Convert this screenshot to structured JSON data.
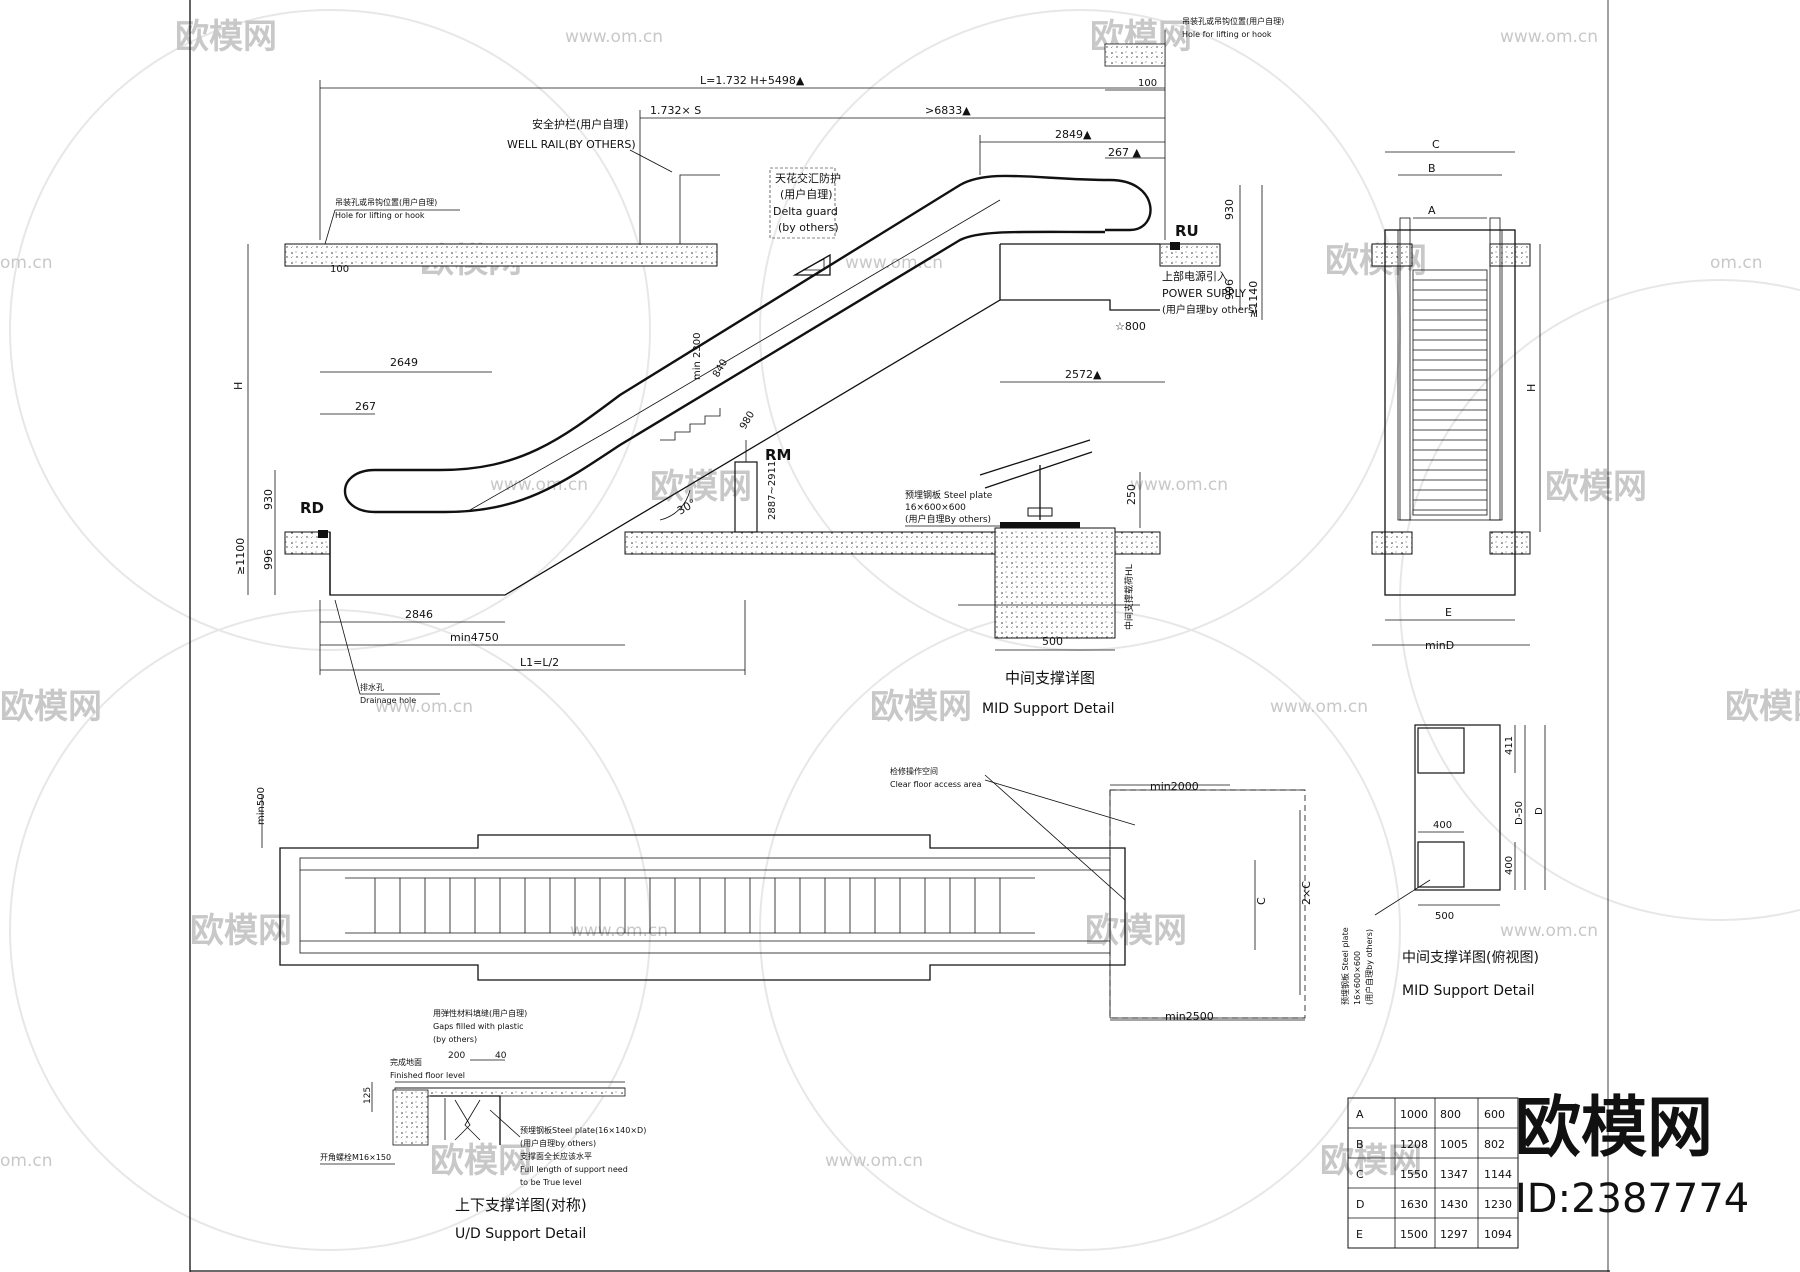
{
  "watermark": {
    "brand": "欧模网",
    "url": "www.om.cn",
    "domain": "om.cn",
    "id": "ID:2387774"
  },
  "elevation": {
    "top_dim": "L=1.732 H+5498▲",
    "dim_1732s": "1.732× S",
    "dim_6833": ">6833▲",
    "dim_2849": "2849▲",
    "dim_267_top": "267 ▲",
    "dim_930_top": "930",
    "dim_996_top": "996",
    "dim_1140_top": "≥1140",
    "dim_800": "☆800",
    "dim_2572": "2572▲",
    "dim_100_left": "100",
    "dim_2649": "2649",
    "dim_267_low": "267",
    "dim_H": "H",
    "dim_930_low": "930",
    "dim_996_low": "996",
    "dim_1100_low": "≥1100",
    "dim_2846": "2846",
    "dim_min4750": "min4750",
    "dim_l1": "L1=L/2",
    "dim_min2300": "min 2300",
    "dim_840": "840",
    "dim_980": "980",
    "dim_2887": "2887~2911",
    "angle": "30°",
    "rd": "RD",
    "ru": "RU",
    "rm": "RM",
    "well_rail_cn": "安全护栏(用户自理)",
    "well_rail_en": "WELL RAIL(BY OTHERS)",
    "delta_cn1": "天花交汇防护",
    "delta_cn2": "(用户自理)",
    "delta_en1": "Delta guard",
    "delta_en2": "(by others)",
    "hole_left_cn": "吊装孔或吊钩位置(用户自理)",
    "hole_left_en": "Hole for lifting or hook",
    "hole_top_cn": "吊装孔或吊钩位置(用户自理)",
    "hole_top_en": "Hole for lifting or hook",
    "dim_100_top": "100",
    "power_cn": "上部电源引入",
    "power_en": "POWER SUPPLY",
    "power_by": "(用户自理by others)",
    "drain_cn": "排水孔",
    "drain_en": "Drainage hole"
  },
  "mid_support": {
    "steel_cn": "预埋钢板 Steel plate",
    "steel_size": "16×600×600",
    "steel_by": "(用户自理By others)",
    "dim_250": "250",
    "dim_500": "500",
    "vert_note": "中间支撑载荷HL",
    "title_cn": "中间支撑详图",
    "title_en": "MID Support Detail"
  },
  "side_view": {
    "C": "C",
    "B": "B",
    "A": "A",
    "H": "H",
    "E": "E",
    "minD": "minD"
  },
  "plan": {
    "clear_cn": "检修操作空间",
    "clear_en": "Clear floor access area",
    "min500": "min500",
    "min2000": "min2000",
    "min2500": "min2500",
    "C": "C",
    "twoC": "2×C"
  },
  "mid_plan": {
    "d411": "411",
    "d400_left": "400",
    "d400_right": "400",
    "d500": "500",
    "D50": "D-50",
    "D": "D",
    "steel_note": "预埋钢板 Steel plate",
    "steel_note2": "16×600×600",
    "steel_note3": "(用户自理by others)",
    "title_cn": "中间支撑详图(俯视图)",
    "title_en": "MID Support Detail"
  },
  "ud_support": {
    "gaps_cn": "用弹性材料填缝(用户自理)",
    "gaps_en1": "Gaps filled with plastic",
    "gaps_en2": "(by others)",
    "d200": "200",
    "d40": "40",
    "ffl_cn": "完成地面",
    "ffl_en": "Finished floor level",
    "d125": "125",
    "steel_cn": "预埋钢板Steel plate(16×140×D)",
    "steel_by": "(用户自理by others)",
    "full_cn": "支撑面全长应该水平",
    "full_en1": "Full length of support need",
    "full_en2": "to be True level",
    "anchor": "开角螺栓M16×150",
    "title_cn": "上下支撑详图(对称)",
    "title_en": "U/D Support Detail"
  },
  "table": {
    "rows": [
      [
        "A",
        "1000",
        "800",
        "600"
      ],
      [
        "B",
        "1208",
        "1005",
        "802"
      ],
      [
        "C",
        "1550",
        "1347",
        "1144"
      ],
      [
        "D",
        "1630",
        "1430",
        "1230"
      ],
      [
        "E",
        "1500",
        "1297",
        "1094"
      ]
    ]
  }
}
